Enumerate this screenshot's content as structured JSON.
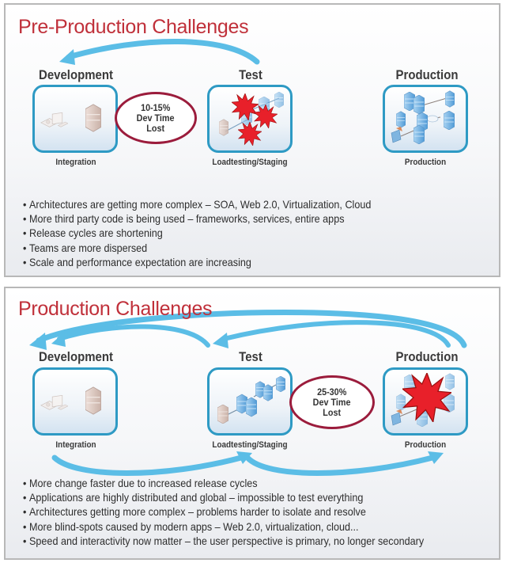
{
  "colors": {
    "title_red": "#c0303a",
    "box_border_blue": "#2e9ac4",
    "arrow_blue": "#5bbde6",
    "ellipse_border": "#9b1c3c",
    "burst_red": "#e8202a",
    "panel_border": "#b8b8b8"
  },
  "pre_production": {
    "title": "Pre-Production Challenges",
    "stages": [
      {
        "label": "Development",
        "caption": "Integration",
        "icon": "workstation-and-server-icon"
      },
      {
        "label": "Test",
        "caption": "Loadtesting/Staging",
        "icon": "test-servers-with-error-bursts-icon"
      },
      {
        "label": "Production",
        "caption": "Production",
        "icon": "production-server-network-icon"
      }
    ],
    "loss_callout": {
      "line1": "10-15%",
      "line2": "Dev Time",
      "line3": "Lost"
    },
    "arrows": [
      "test-to-development-arrow"
    ],
    "bullets": [
      "Architectures are getting more complex – SOA, Web 2.0, Virtualization, Cloud",
      "More third party code is being used – frameworks, services, entire apps",
      "Release cycles are shortening",
      "Teams are more dispersed",
      "Scale and performance expectation are increasing"
    ]
  },
  "production": {
    "title": "Production Challenges",
    "stages": [
      {
        "label": "Development",
        "caption": "Integration",
        "icon": "workstation-and-server-icon"
      },
      {
        "label": "Test",
        "caption": "Loadtesting/Staging",
        "icon": "test-server-chain-icon"
      },
      {
        "label": "Production",
        "caption": "Production",
        "icon": "production-network-with-error-burst-icon"
      }
    ],
    "loss_callout": {
      "line1": "25-30%",
      "line2": "Dev Time",
      "line3": "Lost"
    },
    "arrows": [
      "production-to-development-arrow",
      "test-to-development-arrow",
      "production-to-test-arrow",
      "development-to-test-arrow",
      "test-to-production-arrow"
    ],
    "bullets": [
      "More change faster due to increased release cycles",
      "Applications are highly distributed and global – impossible to test everything",
      "Architectures getting more complex – problems harder to isolate and resolve",
      "More blind-spots caused by modern apps – Web 2.0, virtualization, cloud...",
      "Speed and interactivity now matter – the user perspective is primary, no longer secondary"
    ]
  }
}
